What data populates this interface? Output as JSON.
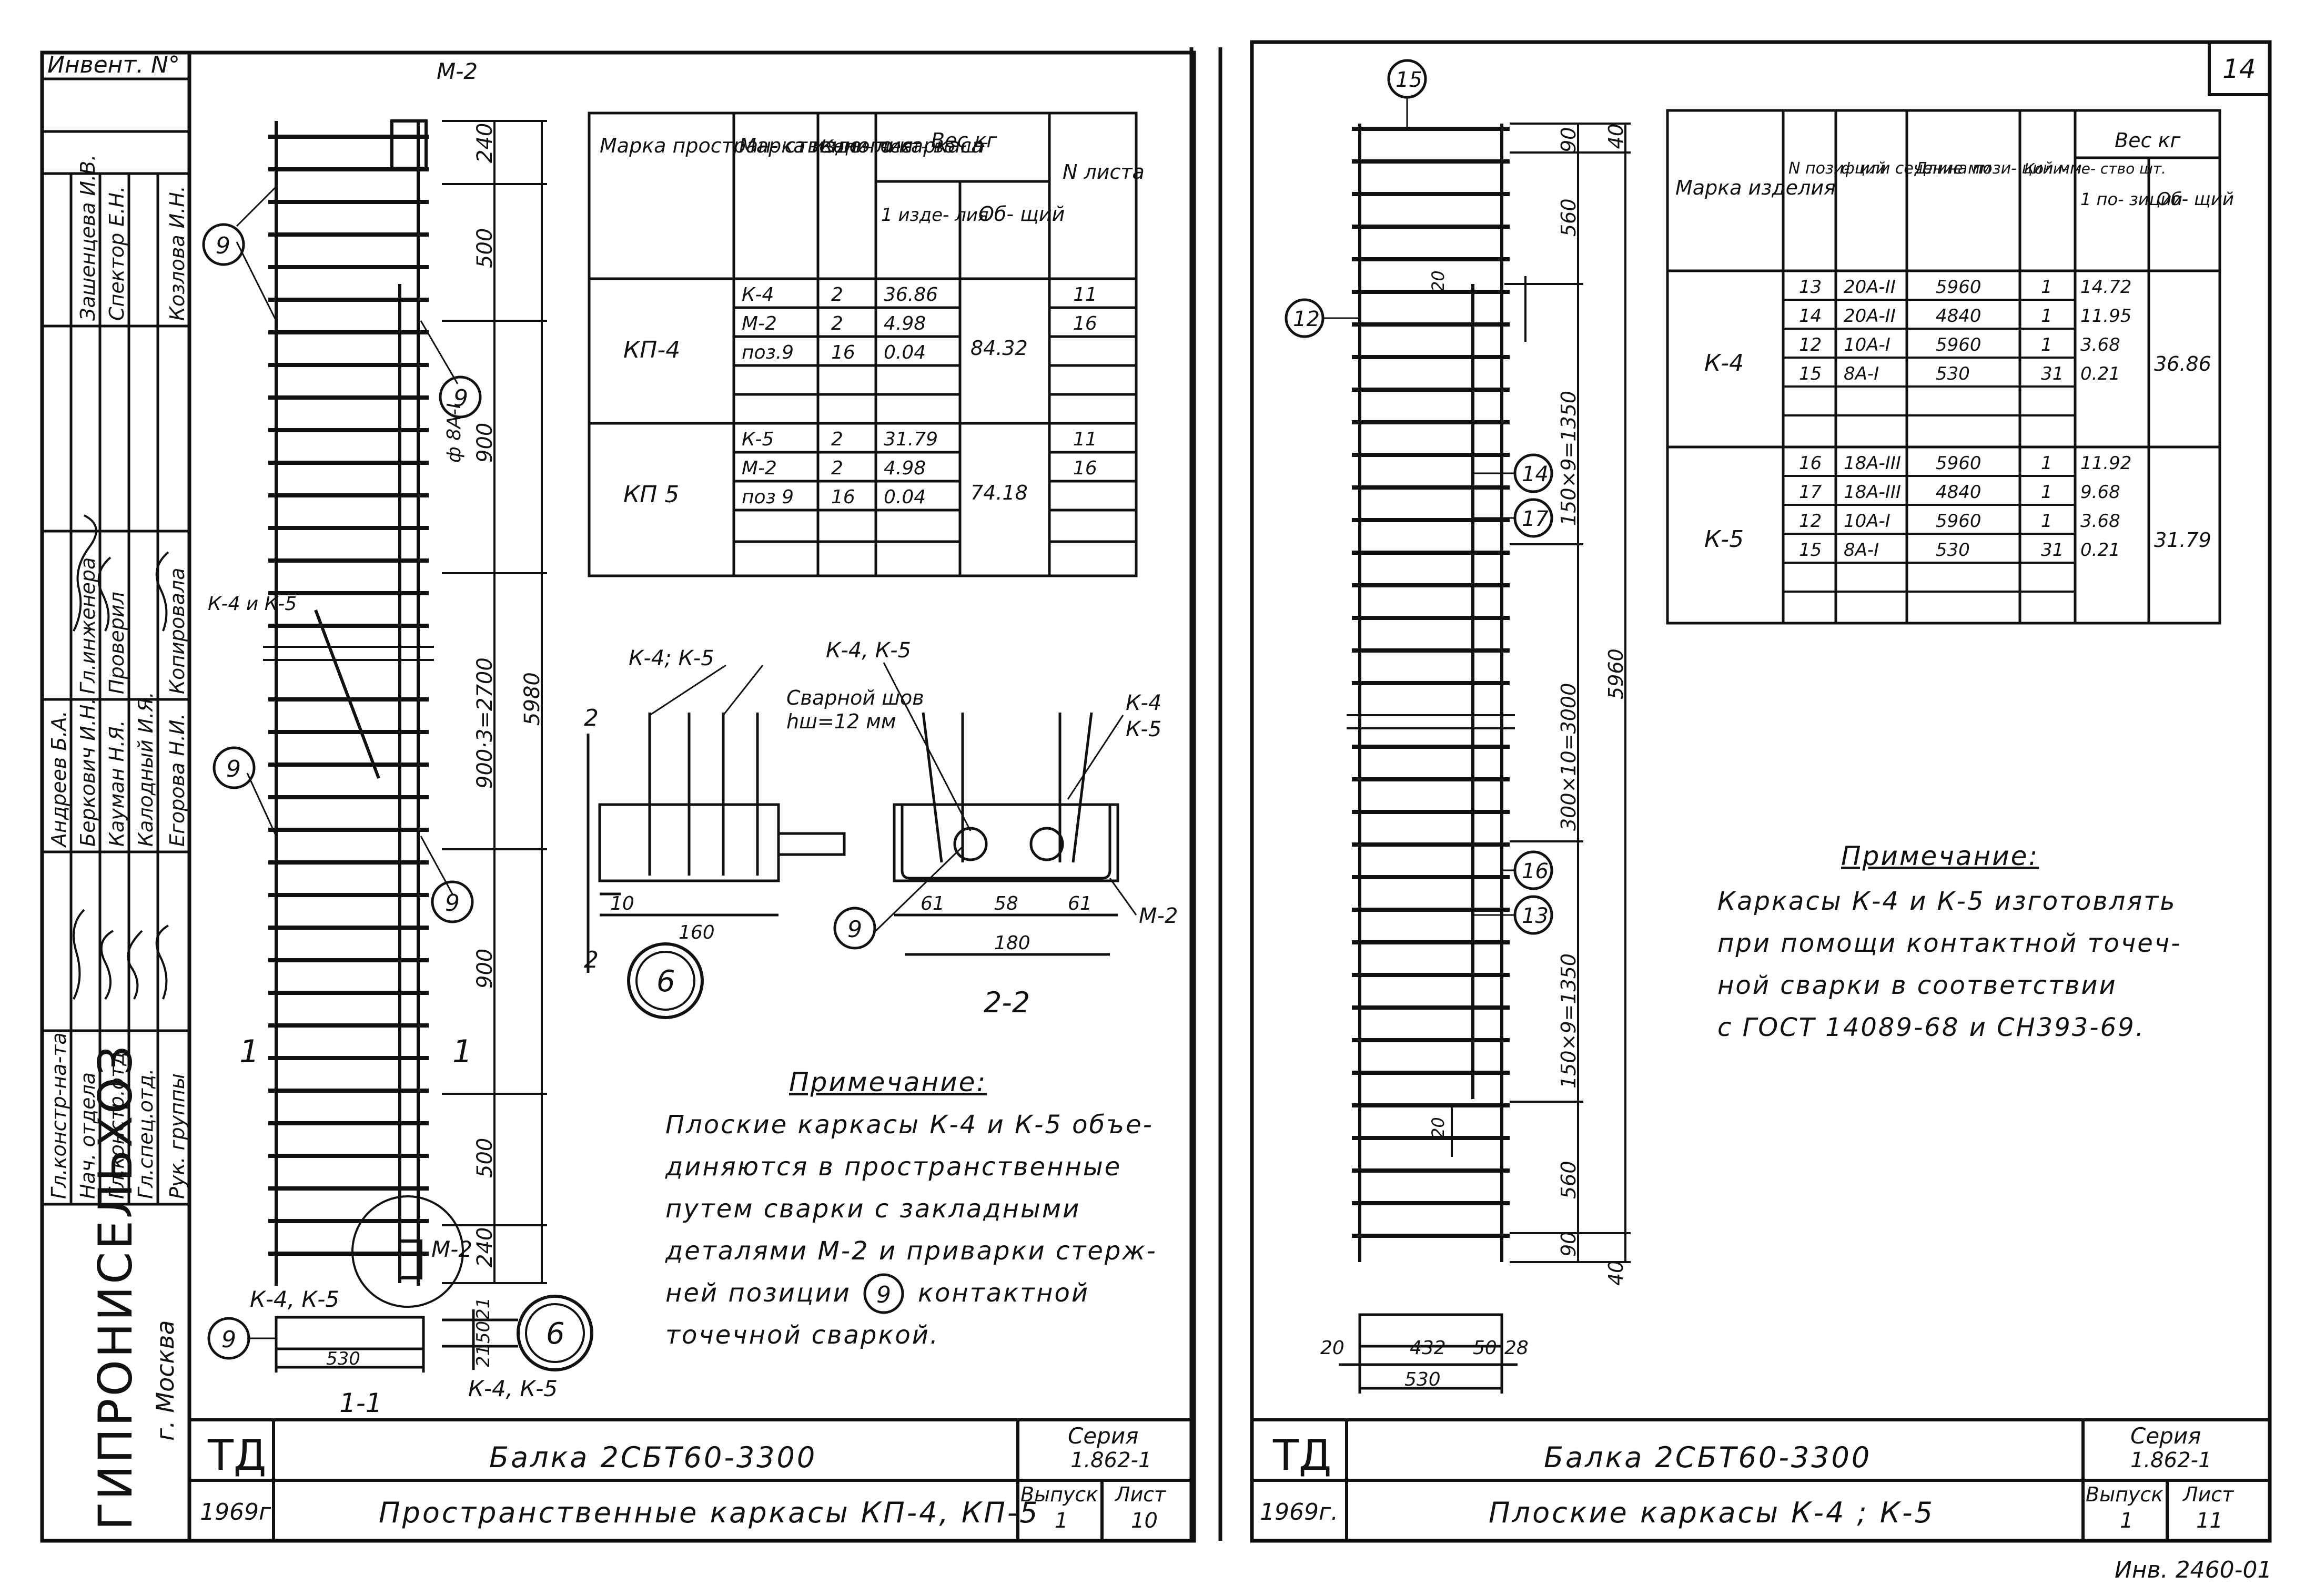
{
  "left_stamp": {
    "inv_label": "Инвент. N°",
    "roles": [
      "Гл.констр-на-та",
      "Нач. отдела",
      "Гл.констр.отд",
      "Гл.спец.отд.",
      "Рук. группы"
    ],
    "role_names": [
      "Андреев Б.А.",
      "Беркович И.Н.",
      "Кауман Н.Я.",
      "Калодный И.Я.",
      "Егорова Н.И."
    ],
    "roles2": [
      "Гл.инженера",
      "Проверил",
      "Копировала"
    ],
    "role2_names": [
      "Зашенцева И.В.",
      "Спектор Е.Н.",
      "Козлова И.Н."
    ],
    "org": "ГИПРОНИСЕЛЬХОЗ",
    "city": "г. Москва"
  },
  "sheet_number": "14",
  "bottom_note": "Инв. 2460-01",
  "sheet10": {
    "td": "ТД",
    "year": "1969г.",
    "title": "Балка 2СБТ60-3300",
    "subtitle": "Пространственные каркасы КП-4, КП-5",
    "series_label": "Серия",
    "series": "1.862-1",
    "issue_label": "Выпуск",
    "issue": "1",
    "list_label": "Лист",
    "list": "10",
    "table": {
      "headers": [
        "Марка простран- ственного каркаса",
        "Марка изде- лия",
        "Коли- чест- во шт",
        "Вес кг",
        "1 изде- лия",
        "Об- щий",
        "N листа"
      ],
      "groups": [
        {
          "mark": "КП-4",
          "total": "84.32",
          "rows": [
            [
              "К-4",
              "2",
              "36.86",
              "11"
            ],
            [
              "М-2",
              "2",
              "4.98",
              "16"
            ],
            [
              "поз.9",
              "16",
              "0.04",
              ""
            ]
          ]
        },
        {
          "mark": "КП 5",
          "total": "74.18",
          "rows": [
            [
              "К-5",
              "2",
              "31.79",
              "11"
            ],
            [
              "М-2",
              "2",
              "4.98",
              "16"
            ],
            [
              "поз 9",
              "16",
              "0.04",
              ""
            ]
          ]
        }
      ]
    },
    "labels": {
      "m2": "М-2",
      "k4k5_side": "К-4 и К-5",
      "k4k5_a": "К-4, К-5",
      "k4k5_b": "К-4; К-5",
      "k4k5_c": "К-4, К-5",
      "k4k5_d": "К-4",
      "k4k5_e": "К-5",
      "phi": "ф 8А-I",
      "weld": "Сварной шов",
      "hw": "hш=12 мм",
      "sec11": "1-1",
      "sec22": "2-2",
      "one": "1",
      "two": "2",
      "m2b": "М-2"
    },
    "dims_v": [
      "240",
      "500",
      "900",
      "900·3=2700",
      "900",
      "500",
      "240",
      "5980"
    ],
    "dims_h": [
      "530",
      "160",
      "10",
      "61",
      "58",
      "61",
      "180",
      "21",
      "50",
      "21"
    ],
    "circles": [
      "9",
      "9",
      "9",
      "9",
      "9",
      "9",
      "6",
      "6"
    ],
    "note_title": "Примечание:",
    "note_lines": [
      "Плоские каркасы К-4 и К-5 объе-",
      "диняются в пространственные",
      "путем сварки с закладными",
      "деталями М-2 и приварки стерж-",
      "ней позиции",
      "контактной",
      "точечной сваркой."
    ]
  },
  "sheet11": {
    "td": "ТД",
    "year": "1969г.",
    "title": "Балка 2СБТ60-3300",
    "subtitle": "Плоские каркасы К-4 ; К-5",
    "series_label": "Серия",
    "series": "1.862-1",
    "issue_label": "Выпуск",
    "issue": "1",
    "list_label": "Лист",
    "list": "11",
    "table": {
      "headers": [
        "Марка изделия",
        "N пози- ций",
        "ф или сечение мм",
        "Длина пози- ций мм",
        "Коли- че- ство шт.",
        "Вес кг",
        "1 по- зиции",
        "Об- щий"
      ],
      "groups": [
        {
          "mark": "К-4",
          "total": "36.86",
          "rows": [
            [
              "13",
              "20А-II",
              "5960",
              "1",
              "14.72"
            ],
            [
              "14",
              "20А-II",
              "4840",
              "1",
              "11.95"
            ],
            [
              "12",
              "10А-I",
              "5960",
              "1",
              "3.68"
            ],
            [
              "15",
              "8А-I",
              "530",
              "31",
              "0.21"
            ]
          ]
        },
        {
          "mark": "К-5",
          "total": "31.79",
          "rows": [
            [
              "16",
              "18А-III",
              "5960",
              "1",
              "11.92"
            ],
            [
              "17",
              "18А-III",
              "4840",
              "1",
              "9.68"
            ],
            [
              "12",
              "10А-I",
              "5960",
              "1",
              "3.68"
            ],
            [
              "15",
              "8А-I",
              "530",
              "31",
              "0.21"
            ]
          ]
        }
      ]
    },
    "dims_v": [
      "40",
      "90",
      "560",
      "150×9=1350",
      "300×10=3000",
      "150×9=1350",
      "560",
      "90",
      "40",
      "5960",
      "20",
      "20"
    ],
    "dims_h": [
      "20",
      "432",
      "50",
      "28",
      "530"
    ],
    "circles": [
      "15",
      "12",
      "14",
      "17",
      "16",
      "13"
    ],
    "note_title": "Примечание:",
    "note_lines": [
      "Каркасы К-4 и К-5 изготовлять",
      "при помощи контактной точеч-",
      "ной сварки в соответствии",
      "с ГОСТ 14089-68 и СН393-69."
    ]
  }
}
